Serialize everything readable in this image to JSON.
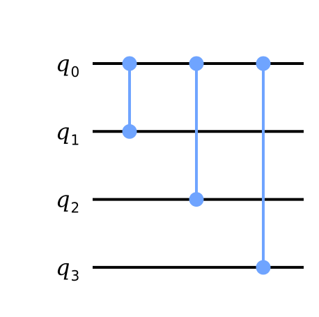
{
  "circuit": {
    "qubits": [
      {
        "name": "q",
        "index": "0"
      },
      {
        "name": "q",
        "index": "1"
      },
      {
        "name": "q",
        "index": "2"
      },
      {
        "name": "q",
        "index": "3"
      }
    ],
    "gates": [
      {
        "type": "cz",
        "control": 0,
        "target": 1
      },
      {
        "type": "cz",
        "control": 0,
        "target": 2
      },
      {
        "type": "cz",
        "control": 0,
        "target": 3
      }
    ],
    "colors": {
      "wire": "#000000",
      "gate": "#6FA4FF"
    }
  }
}
